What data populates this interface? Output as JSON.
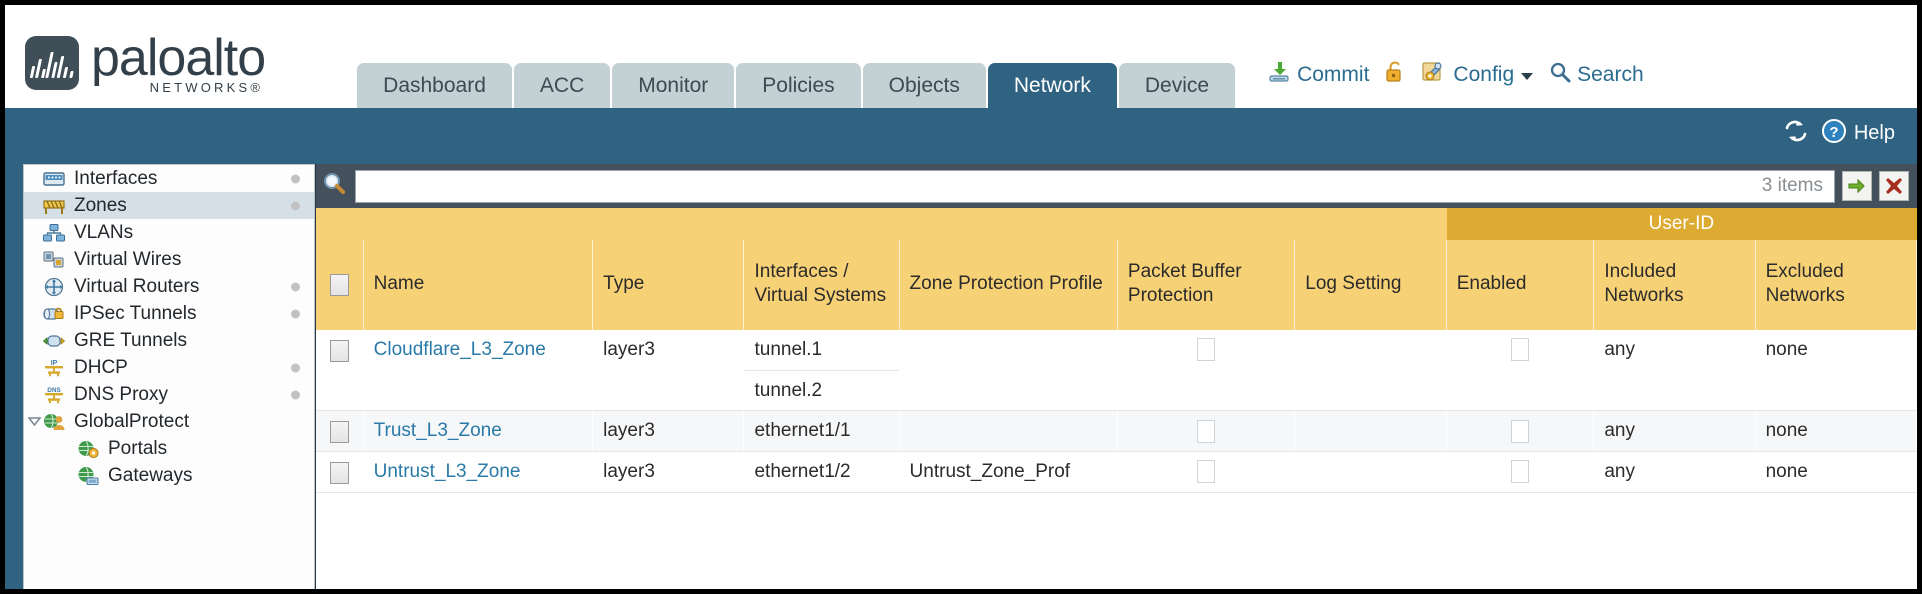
{
  "brand": {
    "name": "paloalto",
    "sub": "NETWORKS",
    "reg": "®"
  },
  "tabs": [
    {
      "label": "Dashboard",
      "active": false
    },
    {
      "label": "ACC",
      "active": false
    },
    {
      "label": "Monitor",
      "active": false
    },
    {
      "label": "Policies",
      "active": false
    },
    {
      "label": "Objects",
      "active": false
    },
    {
      "label": "Network",
      "active": true
    },
    {
      "label": "Device",
      "active": false
    }
  ],
  "top_actions": {
    "commit": "Commit",
    "lock_icon": "lock-icon",
    "config": "Config",
    "config_caret": "chevron-down-icon",
    "search": "Search"
  },
  "blueband": {
    "refresh_icon": "refresh-icon",
    "help_label": "Help",
    "help_icon": "help-icon"
  },
  "sidebar": {
    "items": [
      {
        "label": "Interfaces",
        "icon": "interfaces-icon",
        "selected": false,
        "dot": true,
        "child": false,
        "twisty": false
      },
      {
        "label": "Zones",
        "icon": "zones-icon",
        "selected": true,
        "dot": true,
        "child": false,
        "twisty": false
      },
      {
        "label": "VLANs",
        "icon": "vlans-icon",
        "selected": false,
        "dot": false,
        "child": false,
        "twisty": false
      },
      {
        "label": "Virtual Wires",
        "icon": "virtual-wires-icon",
        "selected": false,
        "dot": false,
        "child": false,
        "twisty": false
      },
      {
        "label": "Virtual Routers",
        "icon": "virtual-routers-icon",
        "selected": false,
        "dot": true,
        "child": false,
        "twisty": false
      },
      {
        "label": "IPSec Tunnels",
        "icon": "ipsec-tunnels-icon",
        "selected": false,
        "dot": true,
        "child": false,
        "twisty": false
      },
      {
        "label": "GRE Tunnels",
        "icon": "gre-tunnels-icon",
        "selected": false,
        "dot": false,
        "child": false,
        "twisty": false
      },
      {
        "label": "DHCP",
        "icon": "dhcp-icon",
        "selected": false,
        "dot": true,
        "child": false,
        "twisty": false
      },
      {
        "label": "DNS Proxy",
        "icon": "dns-proxy-icon",
        "selected": false,
        "dot": true,
        "child": false,
        "twisty": false
      },
      {
        "label": "GlobalProtect",
        "icon": "globalprotect-icon",
        "selected": false,
        "dot": false,
        "child": false,
        "twisty": true
      },
      {
        "label": "Portals",
        "icon": "portals-icon",
        "selected": false,
        "dot": false,
        "child": true,
        "twisty": false
      },
      {
        "label": "Gateways",
        "icon": "gateways-icon",
        "selected": false,
        "dot": false,
        "child": true,
        "twisty": false
      }
    ]
  },
  "search": {
    "icon": "search-icon",
    "value": "",
    "placeholder": "",
    "items_count": "3 items",
    "apply_icon": "apply-filter-icon",
    "clear_icon": "clear-filter-icon"
  },
  "table": {
    "group_header": "User-ID",
    "columns": [
      "Name",
      "Type",
      "Interfaces / Virtual Systems",
      "Zone Protection Profile",
      "Packet Buffer Protection",
      "Log Setting",
      "Enabled",
      "Included Networks",
      "Excluded Networks"
    ],
    "select_all_checkbox": "select-all-checkbox",
    "rows": [
      {
        "name": "Cloudflare_L3_Zone",
        "type": "layer3",
        "interfaces": [
          "tunnel.1",
          "tunnel.2"
        ],
        "zone_protection_profile": "",
        "packet_buffer_protection": false,
        "log_setting": "",
        "userid_enabled": false,
        "included_networks": "any",
        "excluded_networks": "none"
      },
      {
        "name": "Trust_L3_Zone",
        "type": "layer3",
        "interfaces": [
          "ethernet1/1"
        ],
        "zone_protection_profile": "",
        "packet_buffer_protection": false,
        "log_setting": "",
        "userid_enabled": false,
        "included_networks": "any",
        "excluded_networks": "none"
      },
      {
        "name": "Untrust_L3_Zone",
        "type": "layer3",
        "interfaces": [
          "ethernet1/2"
        ],
        "zone_protection_profile": "Untrust_Zone_Prof",
        "packet_buffer_protection": false,
        "log_setting": "",
        "userid_enabled": false,
        "included_networks": "any",
        "excluded_networks": "none"
      }
    ]
  },
  "colors": {
    "brand_dark": "#33404a",
    "header_blue": "#2f6381",
    "tab_inactive": "#c3d0d4",
    "table_header_gold": "#f7d175",
    "group_header_gold": "#ddaa32",
    "link_blue": "#2a7aa8",
    "panel_slate": "#3f4d59"
  }
}
